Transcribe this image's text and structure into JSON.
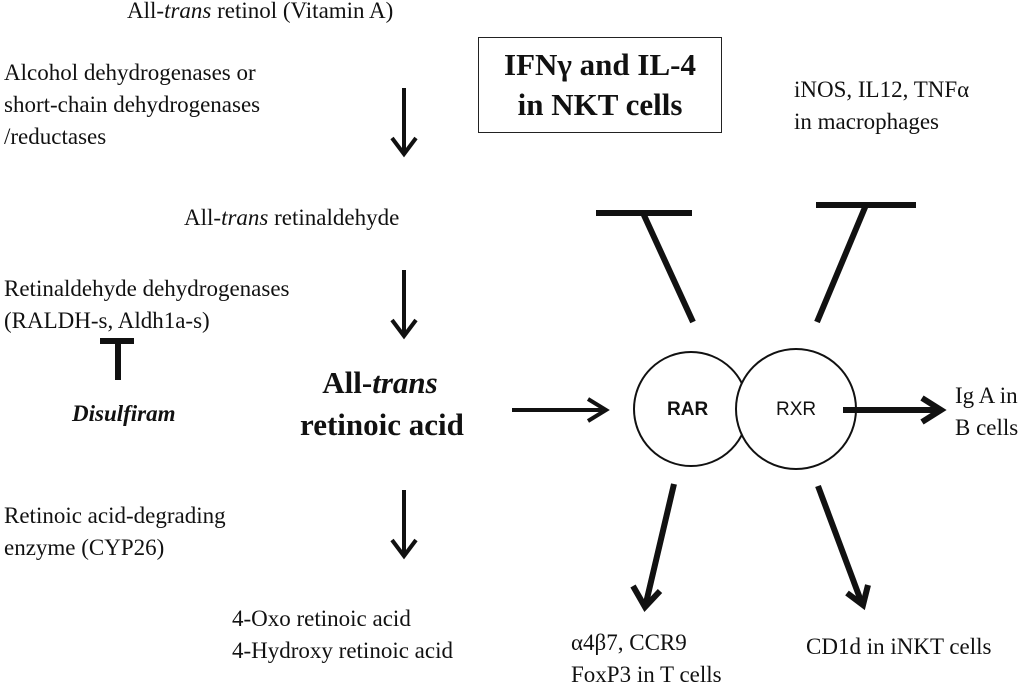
{
  "metabolism": {
    "retinol_prefix": "All-",
    "retinol_italic": "trans",
    "retinol_suffix": " retinol (Vitamin A)",
    "enzyme1_line1": "Alcohol dehydrogenases or",
    "enzyme1_line2": "short-chain dehydrogenases",
    "enzyme1_line3": "/reductases",
    "retinaldehyde_prefix": "All-",
    "retinaldehyde_italic": "trans",
    "retinaldehyde_suffix": " retinaldehyde",
    "enzyme2_line1": "Retinaldehyde dehydrogenases",
    "enzyme2_line2": "(RALDH-s, Aldh1a-s)",
    "inhibitor": "Disulfiram",
    "acid_prefix": "All-",
    "acid_italic": "trans",
    "acid_line2": "retinoic acid",
    "enzyme3_line1": "Retinoic acid-degrading",
    "enzyme3_line2": "enzyme (CYP26)",
    "product_line1": "4-Oxo retinoic acid",
    "product_line2": "4-Hydroxy retinoic acid"
  },
  "signaling": {
    "box_line1": "IFNγ and IL-4",
    "box_line2": "in NKT cells",
    "macro_line1": "iNOS, IL12,  TNFα",
    "macro_line2": "in macrophages",
    "rar": "RAR",
    "rxr": "RXR",
    "iga_line1": "Ig A in",
    "iga_line2": "B cells",
    "tcell_line1": "α4β7, CCR9",
    "tcell_line2": "FoxP3 in T cells",
    "nkt_line1": "CD1d in iNKT cells"
  },
  "colors": {
    "stroke": "#111111",
    "background": "#ffffff"
  }
}
